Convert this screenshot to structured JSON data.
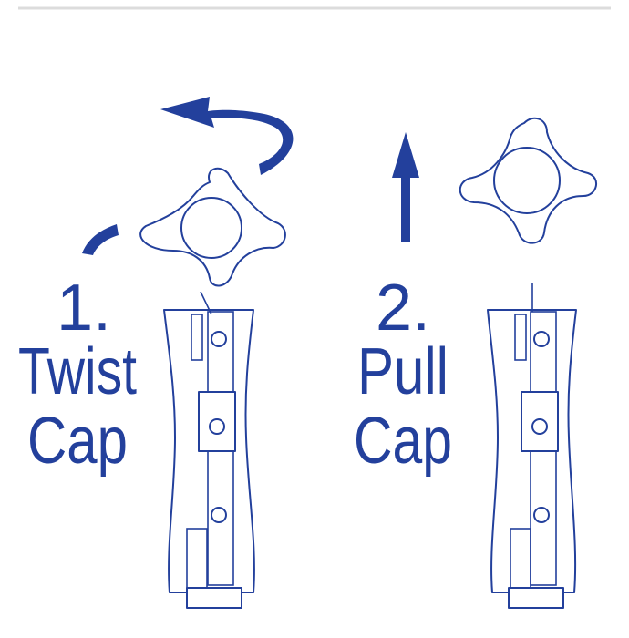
{
  "steps": [
    {
      "number": "1.",
      "line1": "Twist",
      "line2": "Cap"
    },
    {
      "number": "2.",
      "line1": "Pull",
      "line2": "Cap"
    }
  ],
  "colors": {
    "accent": "#23409c",
    "divider": "#dcdcdc"
  }
}
